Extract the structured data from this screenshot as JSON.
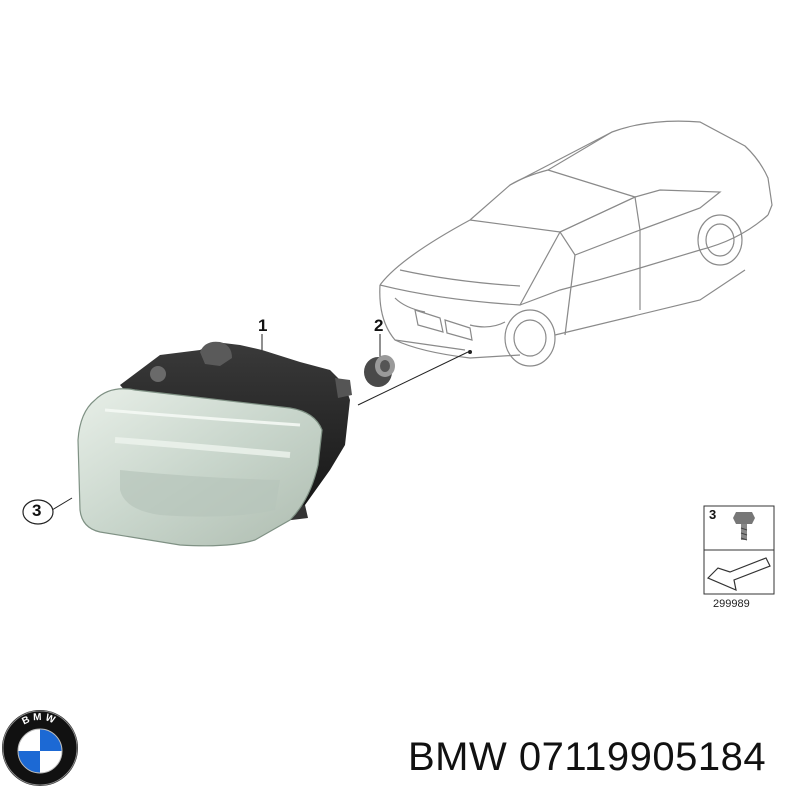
{
  "diagram": {
    "callouts": {
      "part_1": "1",
      "part_2": "2",
      "part_3": "3"
    },
    "legend": {
      "item_number": "3",
      "reference_code": "299989"
    }
  },
  "footer": {
    "brand": "BMW",
    "part_number": "07119905184",
    "text": "BMW 07119905184"
  },
  "logo": {
    "lettering": "BMW",
    "colors": {
      "blue": "#1c69d4",
      "white": "#ffffff",
      "black": "#111111"
    }
  },
  "icons": [
    "car-outline-icon",
    "fog-lamp-icon",
    "grommet-icon",
    "screw-icon",
    "arrow-icon",
    "bmw-logo-icon"
  ]
}
